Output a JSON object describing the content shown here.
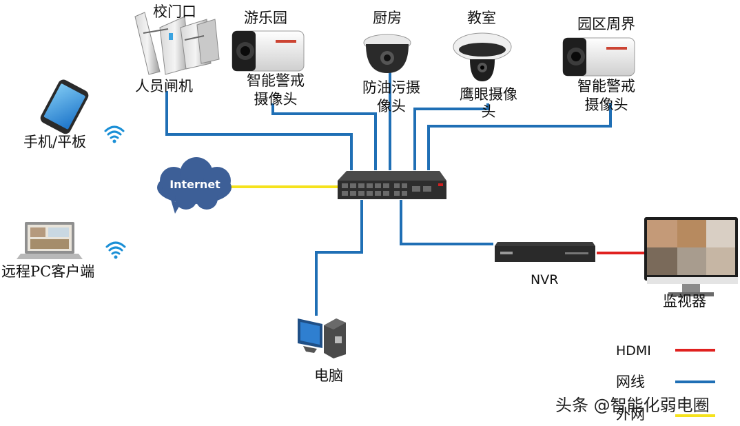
{
  "labels": {
    "gate_top": "校门口",
    "gate_bottom": "人员闸机",
    "amusement": "游乐园",
    "amusement_cam": [
      "智能警戒",
      "摄像头"
    ],
    "kitchen": "厨房",
    "kitchen_cam": [
      "防油污摄",
      "像头"
    ],
    "classroom": "教室",
    "classroom_cam": [
      "鹰眼摄像",
      "头"
    ],
    "perimeter": "园区周界",
    "perimeter_cam": [
      "智能警戒",
      "摄像头"
    ],
    "phone": "手机/平板",
    "internet": "Internet",
    "remote_pc": "远程PC客户端",
    "computer": "电脑",
    "nvr": "NVR",
    "monitor": "监视器"
  },
  "legend": [
    {
      "label": "HDMI",
      "color": "#e0211f"
    },
    {
      "label": "网线",
      "color": "#1f6fb5"
    },
    {
      "label": "外网",
      "color": "#f5e21c"
    }
  ],
  "watermark": "头条 @智能化弱电圈",
  "colors": {
    "network": "#1f6fb5",
    "hdmi": "#e0211f",
    "internet": "#f5e21c",
    "cloud": "#3d5f97",
    "wifi": "#1a8fd6"
  }
}
